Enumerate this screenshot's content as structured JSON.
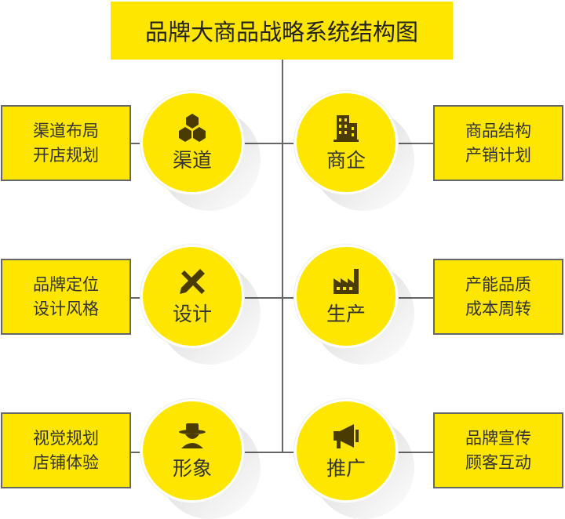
{
  "title": "品牌大商品战略系统结构图",
  "colors": {
    "accent": "#ffe600",
    "line": "#666666",
    "icon": "#4a3c00"
  },
  "nodes": [
    {
      "label": "渠道",
      "icon": "hexagons-icon",
      "box": [
        "渠道布局",
        "开店规划"
      ]
    },
    {
      "label": "商企",
      "icon": "building-icon",
      "box": [
        "商品结构",
        "产销计划"
      ]
    },
    {
      "label": "设计",
      "icon": "pencil-ruler-icon",
      "box": [
        "品牌定位",
        "设计风格"
      ]
    },
    {
      "label": "生产",
      "icon": "factory-icon",
      "box": [
        "产能品质",
        "成本周转"
      ]
    },
    {
      "label": "形象",
      "icon": "hat-person-icon",
      "box": [
        "视觉规划",
        "店铺体验"
      ]
    },
    {
      "label": "推广",
      "icon": "megaphone-icon",
      "box": [
        "品牌宣传",
        "顾客互动"
      ]
    }
  ]
}
